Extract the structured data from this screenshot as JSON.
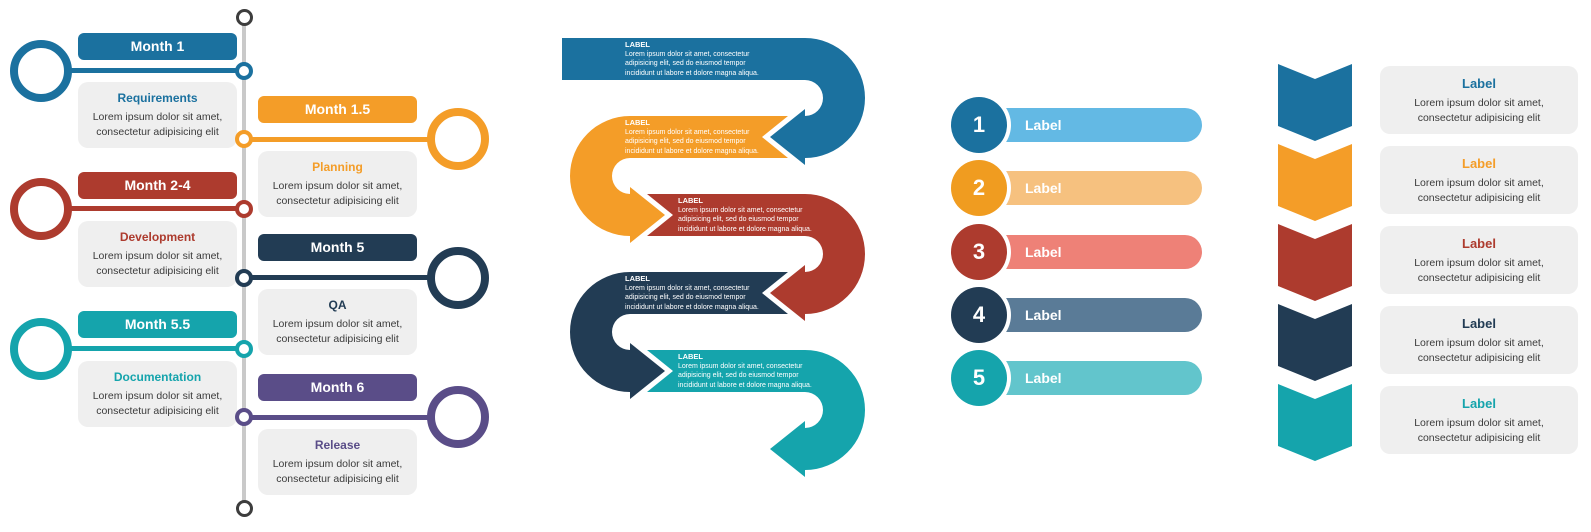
{
  "palette": {
    "blue": "#1b719f",
    "orange": "#f49d28",
    "red": "#ad3b2e",
    "navy": "#223c54",
    "teal": "#15a4ac",
    "purple": "#5a4d88",
    "card_bg": "#efefef",
    "body_text": "#3b3b3b",
    "spine_gray": "#c9c9c9",
    "terminal_ring": "#3d3d3d"
  },
  "timeline": {
    "milestones": [
      {
        "title": "Month 1",
        "heading": "Requirements",
        "body": "Lorem ipsum dolor sit amet, consectetur adipisicing elit",
        "color": "#1b719f",
        "side": "left"
      },
      {
        "title": "Month 1.5",
        "heading": "Planning",
        "body": "Lorem ipsum dolor sit amet, consectetur adipisicing elit",
        "color": "#f49d28",
        "side": "right"
      },
      {
        "title": "Month 2-4",
        "heading": "Development",
        "body": "Lorem ipsum dolor sit amet, consectetur adipisicing elit",
        "color": "#ad3b2e",
        "side": "left"
      },
      {
        "title": "Month 5",
        "heading": "QA",
        "body": "Lorem ipsum dolor sit amet, consectetur adipisicing elit",
        "color": "#223c54",
        "side": "right"
      },
      {
        "title": "Month 5.5",
        "heading": "Documentation",
        "body": "Lorem ipsum dolor sit amet, consectetur adipisicing elit",
        "color": "#15a4ac",
        "side": "left"
      },
      {
        "title": "Month 6",
        "heading": "Release",
        "body": "Lorem ipsum dolor sit amet, consectetur adipisicing elit",
        "color": "#5a4d88",
        "side": "right"
      }
    ]
  },
  "serpentine": {
    "steps": [
      {
        "label": "LABEL",
        "body": "Lorem ipsum dolor sit amet, consectetur adipisicing elit, sed do eiusmod tempor incididunt ut labore et dolore magna aliqua.",
        "color": "#1b719f"
      },
      {
        "label": "LABEL",
        "body": "Lorem ipsum dolor sit amet, consectetur adipisicing elit, sed do eiusmod tempor incididunt ut labore et dolore magna aliqua.",
        "color": "#f49d28"
      },
      {
        "label": "LABEL",
        "body": "Lorem ipsum dolor sit amet, consectetur adipisicing elit, sed do eiusmod tempor incididunt ut labore et dolore magna aliqua.",
        "color": "#ad3b2e"
      },
      {
        "label": "LABEL",
        "body": "Lorem ipsum dolor sit amet, consectetur adipisicing elit, sed do eiusmod tempor incididunt ut labore et dolore magna aliqua.",
        "color": "#223c54"
      },
      {
        "label": "LABEL",
        "body": "Lorem ipsum dolor sit amet, consectetur adipisicing elit, sed do eiusmod tempor incididunt ut labore et dolore magna aliqua.",
        "color": "#15a4ac"
      }
    ]
  },
  "numbered_list": {
    "items": [
      {
        "number": "1",
        "label": "Label",
        "circle_color": "#1b719f",
        "pill_color": "#63b9e4"
      },
      {
        "number": "2",
        "label": "Label",
        "circle_color": "#f09c20",
        "pill_color": "#f6c17f"
      },
      {
        "number": "3",
        "label": "Label",
        "circle_color": "#ad3b2e",
        "pill_color": "#ee8177"
      },
      {
        "number": "4",
        "label": "Label",
        "circle_color": "#223c54",
        "pill_color": "#5a7b97"
      },
      {
        "number": "5",
        "label": "Label",
        "circle_color": "#15a4ac",
        "pill_color": "#62c5cc"
      }
    ]
  },
  "chevron_list": {
    "items": [
      {
        "label": "Label",
        "body": "Lorem ipsum dolor sit amet, consectetur adipisicing elit",
        "color": "#1b719f"
      },
      {
        "label": "Label",
        "body": "Lorem ipsum dolor sit amet, consectetur adipisicing elit",
        "color": "#f49d28"
      },
      {
        "label": "Label",
        "body": "Lorem ipsum dolor sit amet, consectetur adipisicing elit",
        "color": "#ad3b2e"
      },
      {
        "label": "Label",
        "body": "Lorem ipsum dolor sit amet, consectetur adipisicing elit",
        "color": "#223c54"
      },
      {
        "label": "Label",
        "body": "Lorem ipsum dolor sit amet, consectetur adipisicing elit",
        "color": "#15a4ac"
      }
    ]
  }
}
